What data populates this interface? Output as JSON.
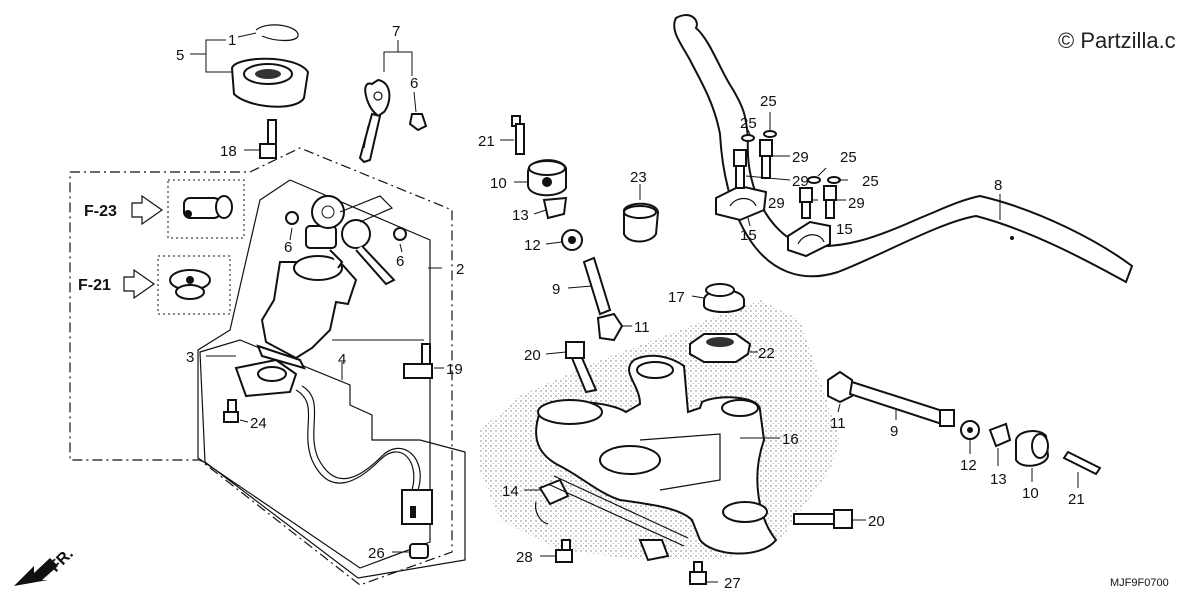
{
  "watermark": "© Partzilla.c",
  "diagram_code": "MJF9F0700",
  "direction": "FR.",
  "references": [
    "F-23",
    "F-21"
  ],
  "callouts": {
    "c1": "1",
    "c2": "2",
    "c3": "3",
    "c4": "4",
    "c5": "5",
    "c6a": "6",
    "c6b": "6",
    "c6c": "6",
    "c7": "7",
    "c8": "8",
    "c9a": "9",
    "c9b": "9",
    "c10a": "10",
    "c10b": "10",
    "c11a": "11",
    "c11b": "11",
    "c12a": "12",
    "c12b": "12",
    "c13a": "13",
    "c13b": "13",
    "c14": "14",
    "c15a": "15",
    "c15b": "15",
    "c16": "16",
    "c17": "17",
    "c18": "18",
    "c19": "19",
    "c20a": "20",
    "c20b": "20",
    "c21a": "21",
    "c21b": "21",
    "c22": "22",
    "c23": "23",
    "c24": "24",
    "c25a": "25",
    "c25b": "25",
    "c25c": "25",
    "c25d": "25",
    "c26": "26",
    "c27": "27",
    "c28": "28",
    "c29a": "29",
    "c29b": "29",
    "c29c": "29",
    "c29d": "29"
  }
}
